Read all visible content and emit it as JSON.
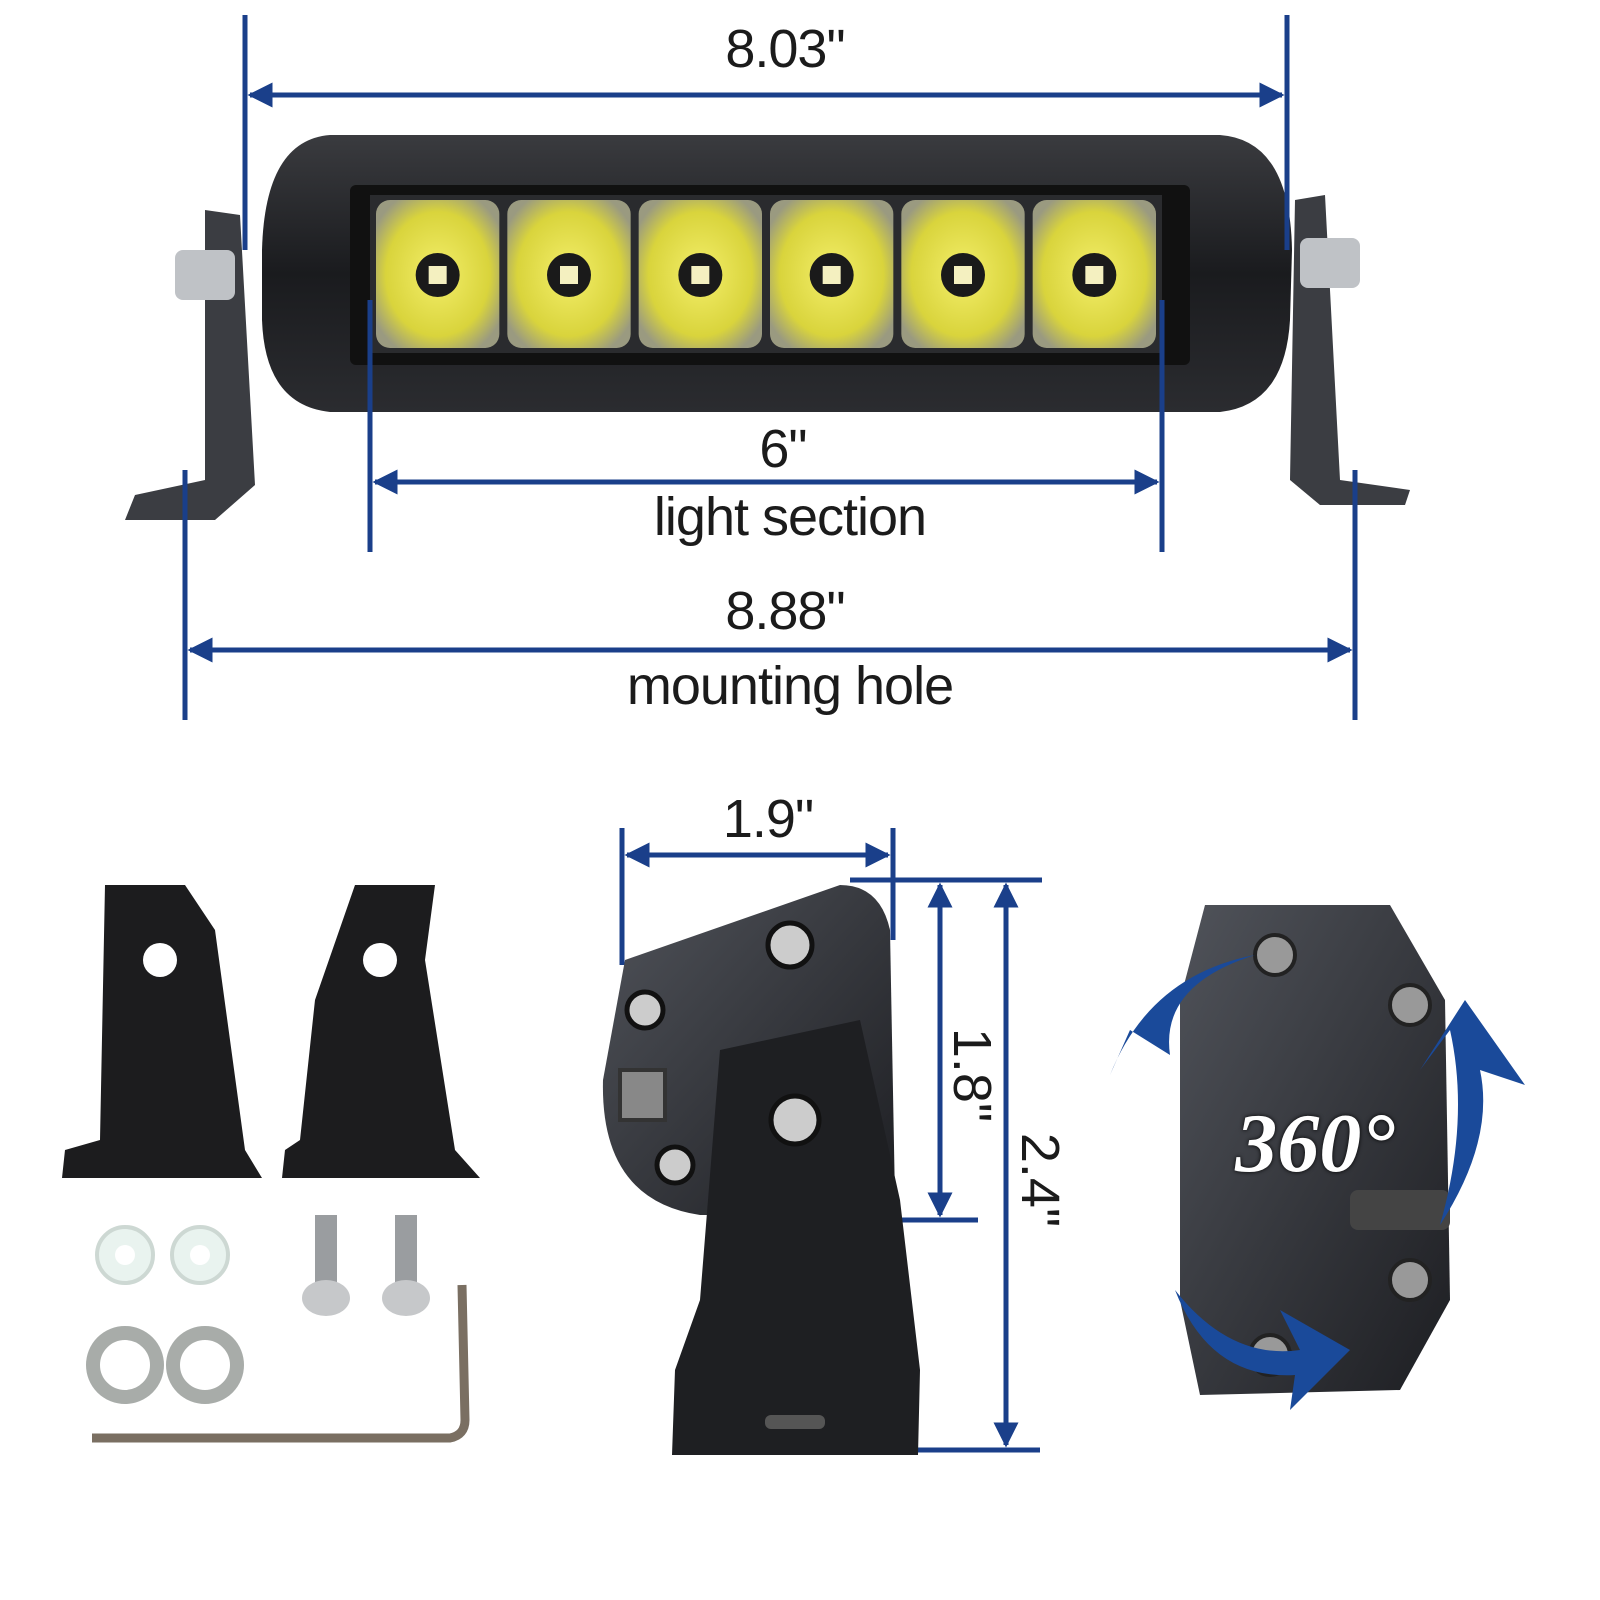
{
  "dimensions": {
    "overall_length": "8.03\"",
    "light_section_length": "6\"",
    "light_section_label": "light section",
    "mounting_hole_length": "8.88\"",
    "mounting_hole_label": "mounting hole",
    "depth": "1.9\"",
    "body_height": "1.8\"",
    "total_height": "2.4\""
  },
  "rotation_label": "360°",
  "colors": {
    "dimension_line": "#1a3f8a",
    "housing": "#1e1f22",
    "led_yellow": "#e8e24a"
  },
  "led_count": 6
}
